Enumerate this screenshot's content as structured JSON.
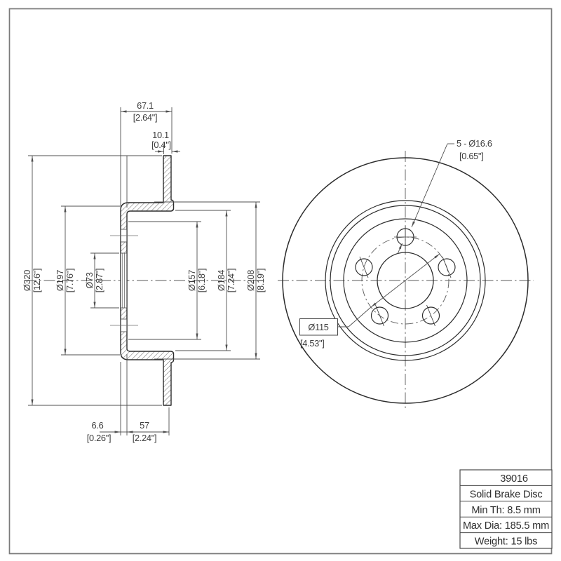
{
  "drawing": {
    "section_view": {
      "dims": {
        "overall_width": {
          "mm": "67.1",
          "in": "[2.64\"]"
        },
        "disc_thickness": {
          "mm": "10.1",
          "in": "[0.4\"]"
        },
        "outer_dia": {
          "mm": "Ø320",
          "in": "[12.6\"]"
        },
        "hat_dia": {
          "mm": "Ø197",
          "in": "[7.76\"]"
        },
        "center_bore": {
          "mm": "Ø73",
          "in": "[2.87\"]"
        },
        "inner_dia_1": {
          "mm": "Ø157",
          "in": "[6.18\"]"
        },
        "inner_dia_2": {
          "mm": "Ø184",
          "in": "[7.24\"]"
        },
        "inner_dia_3": {
          "mm": "Ø208",
          "in": "[8.19\"]"
        },
        "wall_thickness": {
          "mm": "6.6",
          "in": "[0.26\"]"
        },
        "hat_depth": {
          "mm": "57",
          "in": "[2.24\"]"
        }
      }
    },
    "front_view": {
      "bolt_holes": {
        "mm": "5 - Ø16.6",
        "in": "[0.65\"]"
      },
      "bolt_circle": {
        "mm": "Ø115",
        "in": "[4.53\"]"
      }
    },
    "title_block": {
      "part_number": "39016",
      "type": "Solid Brake Disc",
      "min_thickness": "Min Th: 8.5 mm",
      "max_diameter": "Max Dia: 185.5 mm",
      "weight": "Weight: 15 lbs"
    },
    "colors": {
      "outline": "#2c2c2c",
      "dim_line": "#4f4f4f",
      "centerline": "#5a5a5a",
      "page_border": "#7b7b7b"
    }
  }
}
